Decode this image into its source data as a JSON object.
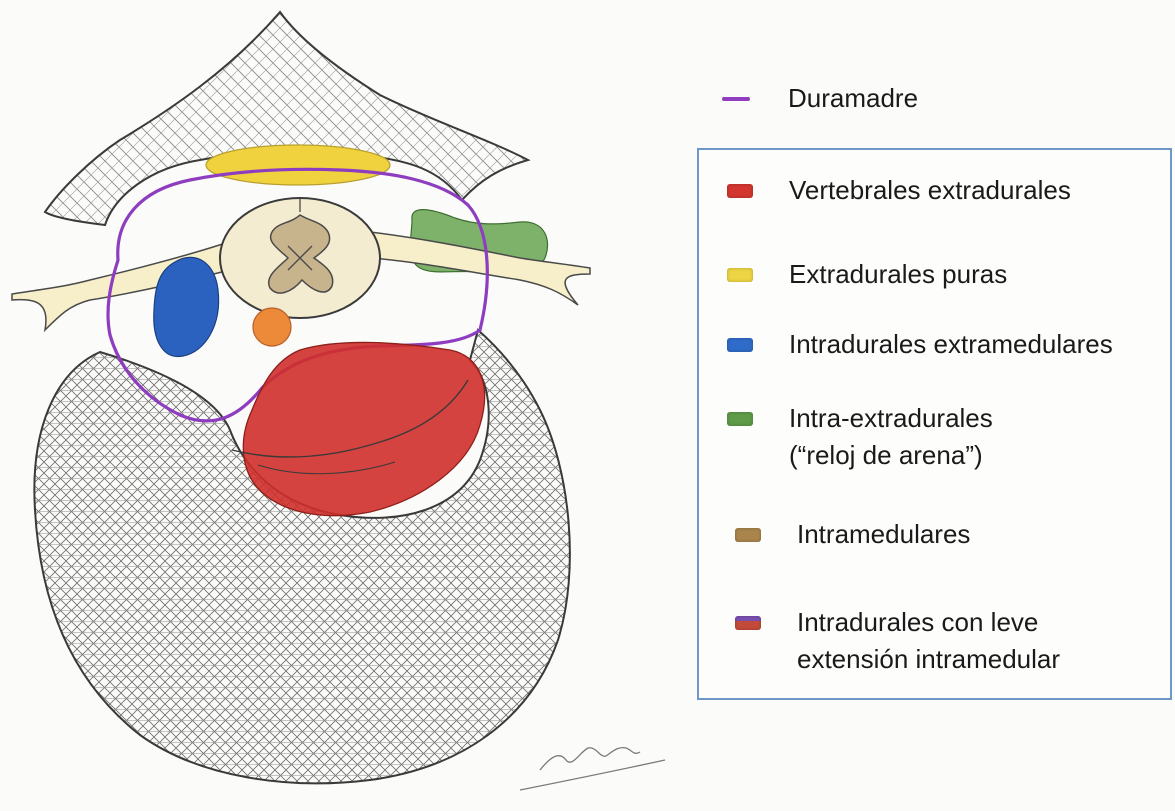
{
  "legend": {
    "dura": {
      "label": "Duramadre",
      "color": "#8e3cc0"
    },
    "items": [
      {
        "label_lines": [
          "Vertebrales extradurales"
        ],
        "color": "#d2362f"
      },
      {
        "label_lines": [
          "Extradurales puras"
        ],
        "color": "#ecd443"
      },
      {
        "label_lines": [
          "Intradurales extramedulares"
        ],
        "color": "#2f6bc8"
      },
      {
        "label_lines": [
          "Intra-extradurales",
          "(“reloj de arena”)"
        ],
        "color": "#5e9a48"
      },
      {
        "label_lines": [
          "Intramedulares"
        ],
        "color": "#a9854c"
      },
      {
        "label_lines": [
          "Intradurales con leve",
          "extensión intramedular"
        ],
        "color": "#c34a3a",
        "color2": "#7a4fb0"
      }
    ]
  },
  "drawing": {
    "colors": {
      "pencil": "#4a4a4a",
      "cord": "#f3ecd0",
      "gray_matter": "#c8b48c",
      "nerve": "#f6efc9",
      "extradural_pure": "#f0d23e",
      "intradural_extramedullary": "#2b62c0",
      "intra_extradural": "#67a552",
      "vertebral_extradural": "#cf2f2a",
      "orange_lesion": "#ec8a3a",
      "dura": "#8e3cc0"
    }
  }
}
